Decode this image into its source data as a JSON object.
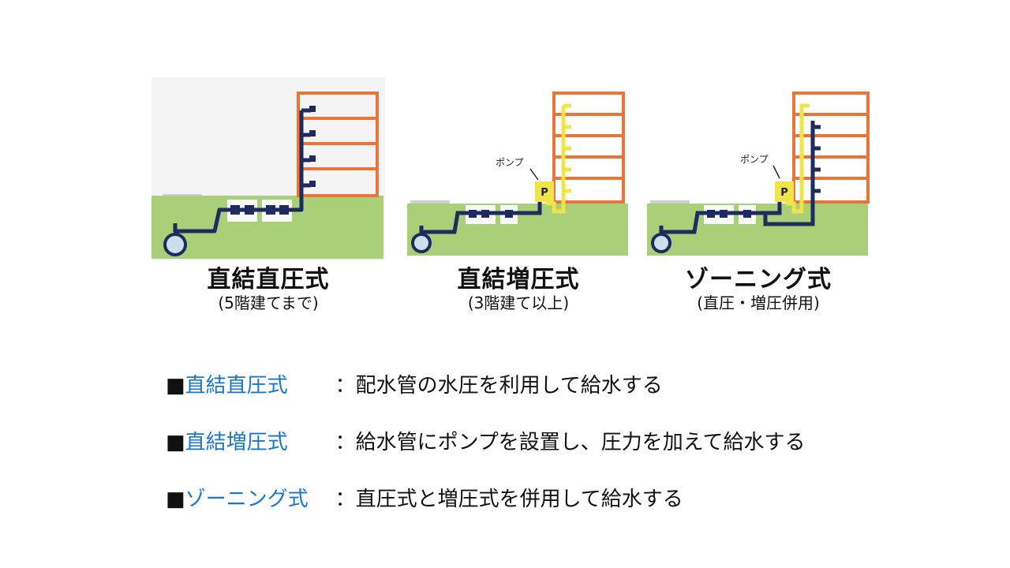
{
  "panels": [
    {
      "title": "直結直圧式",
      "subtitle": "(5階建てまで)",
      "pump_label": ""
    },
    {
      "title": "直結増圧式",
      "subtitle": "(3階建て以上)",
      "pump_label": "ポンプ"
    },
    {
      "title": "ゾーニング式",
      "subtitle": "(直圧・増圧併用)",
      "pump_label": "ポンプ"
    }
  ],
  "pump_symbol": "P",
  "descriptions": [
    {
      "mark": "■",
      "key": "直結直圧式",
      "text": "：配水管の水圧を利用して給水する"
    },
    {
      "mark": "■",
      "key": "直結増圧式",
      "text": "：給水管にポンプを設置し、圧力を加えて給水する"
    },
    {
      "mark": "■",
      "key": "ゾーニング式",
      "text": "：直圧式と増圧式を併用して給水する"
    }
  ],
  "colors": {
    "ground": "#a9cf78",
    "building": "#e8763a",
    "pipe_direct": "#1d2b5e",
    "pipe_boost": "#f1e44a",
    "pump": "#f1e44a",
    "accent_text": "#1976c8"
  }
}
